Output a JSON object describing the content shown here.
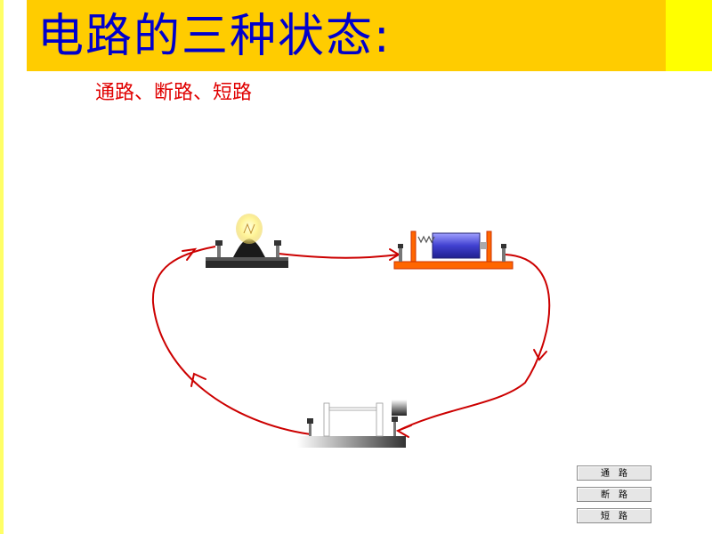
{
  "title": "电路的三种状态:",
  "subtitle": "通路、断路、短路",
  "buttons": [
    {
      "label": "通路"
    },
    {
      "label": "断路"
    },
    {
      "label": "短路"
    }
  ],
  "colors": {
    "title_bar": "#ffcc00",
    "title_text": "#0000cc",
    "subtitle_text": "#e00000",
    "wire": "#cc0000"
  }
}
